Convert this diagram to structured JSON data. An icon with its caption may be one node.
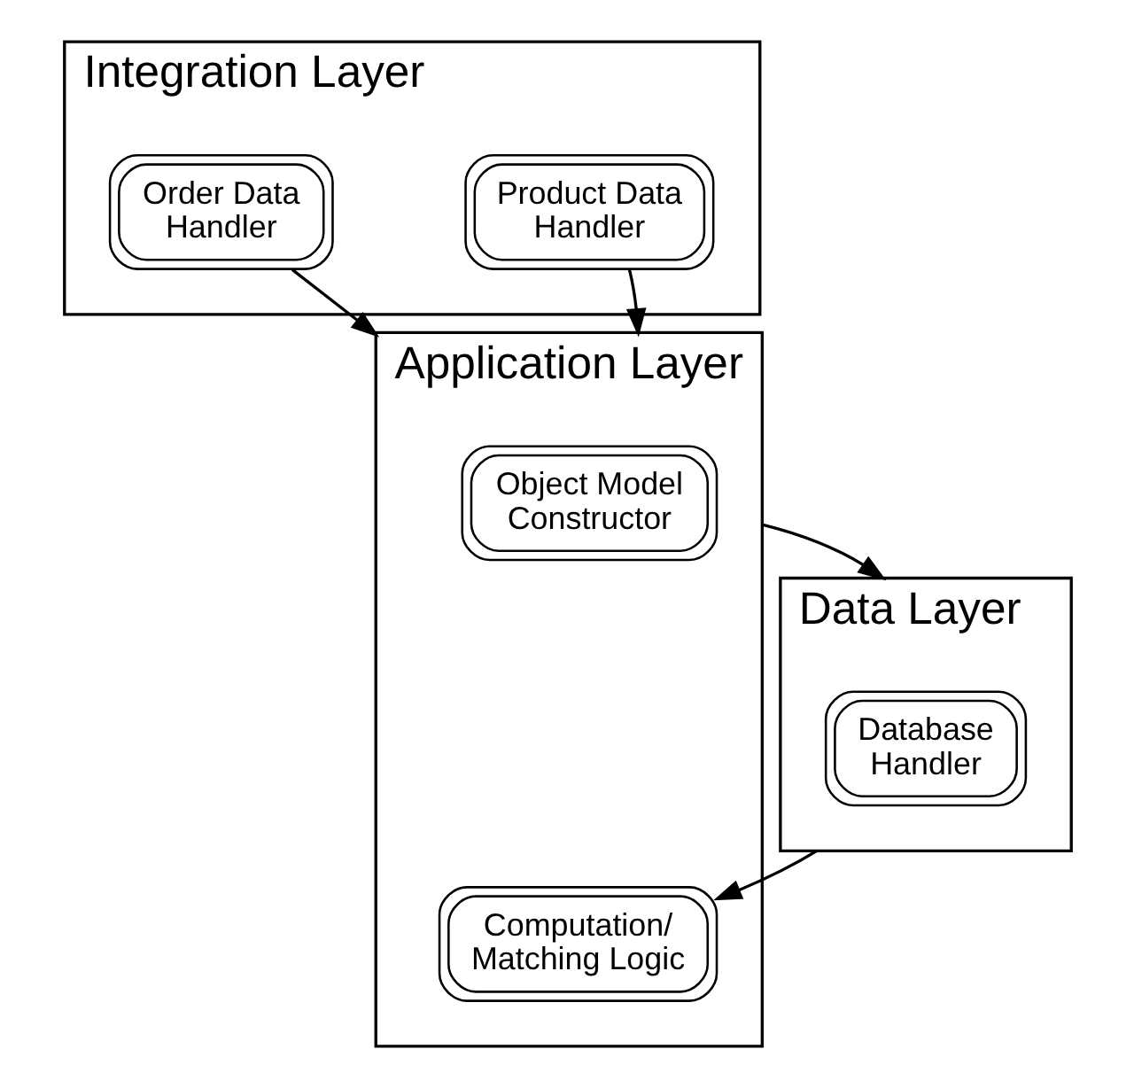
{
  "diagram": {
    "nodes": [
      {
        "text": [
          "Integration Layer"
        ]
      },
      {
        "text": [
          "Product Data Handler"
        ],
        "in": 0
      },
      {
        "text": [
          "Order Data Handler"
        ],
        "in": 0
      },
      {
        "text": [
          "Application Layer"
        ]
      },
      {
        "text": [
          "Object Model Constructor"
        ],
        "in": 3
      },
      {
        "text": [
          "Computation/ Matching Logic"
        ],
        "in": 3
      },
      {
        "text": [
          "Data Layer"
        ]
      },
      {
        "text": [
          "Database Handler"
        ],
        "in": 6
      }
    ],
    "edges": [
      {
        "from": 1,
        "to": 3,
        "arrow": "to"
      },
      {
        "from": 2,
        "to": 3,
        "arrow": "to"
      },
      {
        "from": 3,
        "to": 6,
        "arrow": "to"
      },
      {
        "from": 6,
        "to": 5,
        "arrow": "to"
      }
    ]
  }
}
